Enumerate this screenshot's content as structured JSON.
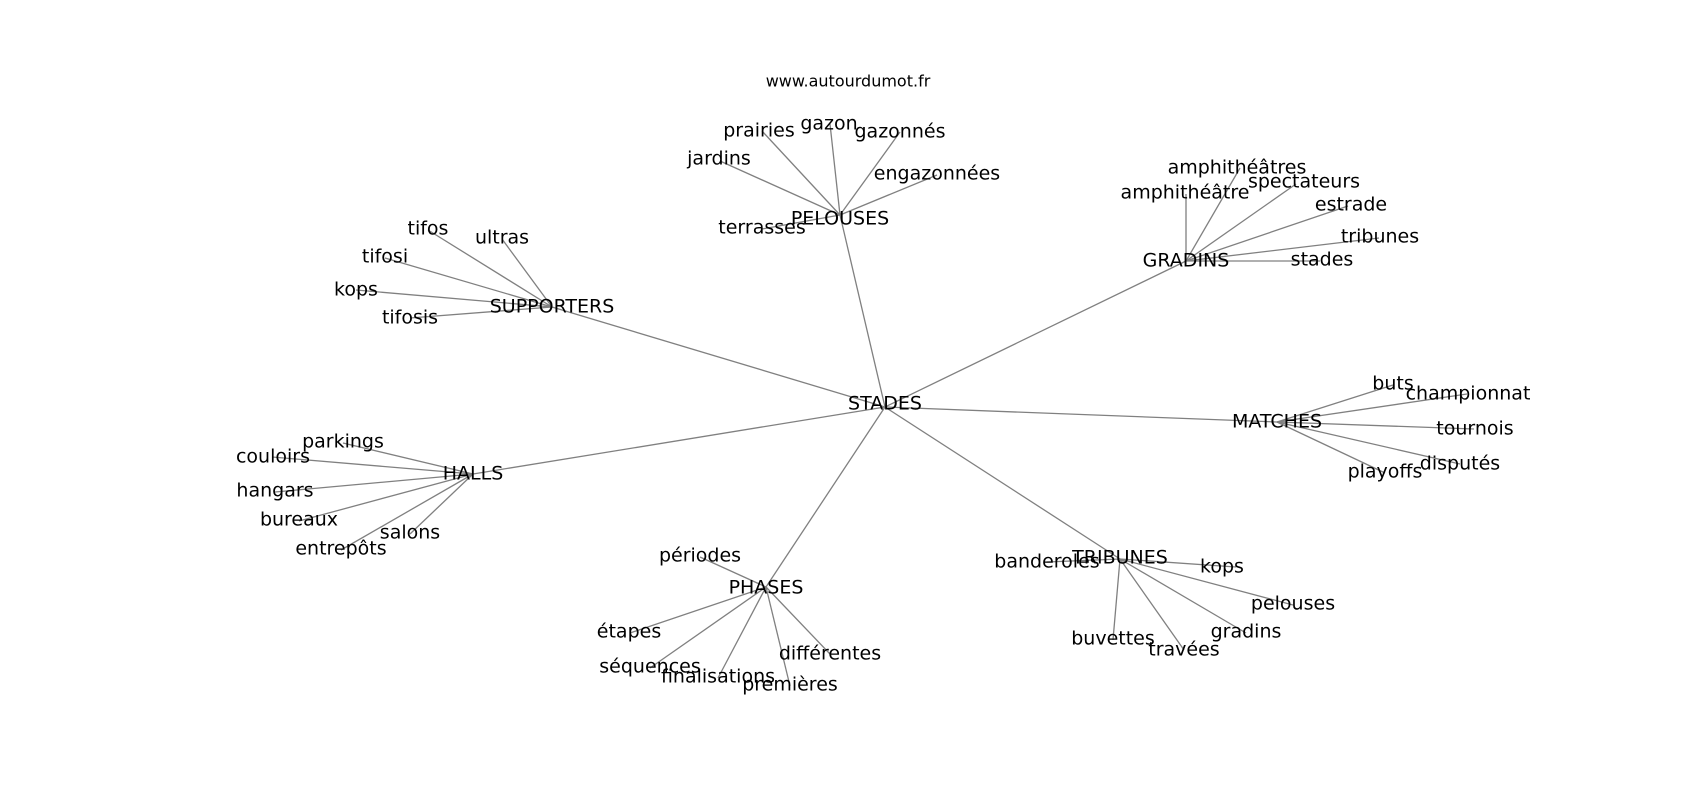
{
  "credit": "www.autourdumot.fr",
  "colors": {
    "edge": "#808080",
    "text": "#000000",
    "background": "#ffffff"
  },
  "graph": {
    "center": "STADES",
    "clusters": [
      {
        "name": "PELOUSES",
        "leaves": [
          "prairies",
          "gazon",
          "gazonnés",
          "jardins",
          "engazonnées",
          "terrasses"
        ]
      },
      {
        "name": "GRADINS",
        "leaves": [
          "amphithéâtres",
          "amphithéâtre",
          "spectateurs",
          "estrade",
          "tribunes",
          "stades"
        ]
      },
      {
        "name": "SUPPORTERS",
        "leaves": [
          "tifos",
          "ultras",
          "tifosi",
          "kops",
          "tifosis"
        ]
      },
      {
        "name": "MATCHES",
        "leaves": [
          "buts",
          "championnat",
          "tournois",
          "disputés",
          "playoffs"
        ]
      },
      {
        "name": "HALLS",
        "leaves": [
          "parkings",
          "couloirs",
          "hangars",
          "bureaux",
          "salons",
          "entrepôts"
        ]
      },
      {
        "name": "TRIBUNES",
        "leaves": [
          "banderoles",
          "kops",
          "pelouses",
          "gradins",
          "travées",
          "buvettes"
        ]
      },
      {
        "name": "PHASES",
        "leaves": [
          "périodes",
          "étapes",
          "séquences",
          "finalisations",
          "premières",
          "différentes"
        ]
      }
    ]
  }
}
